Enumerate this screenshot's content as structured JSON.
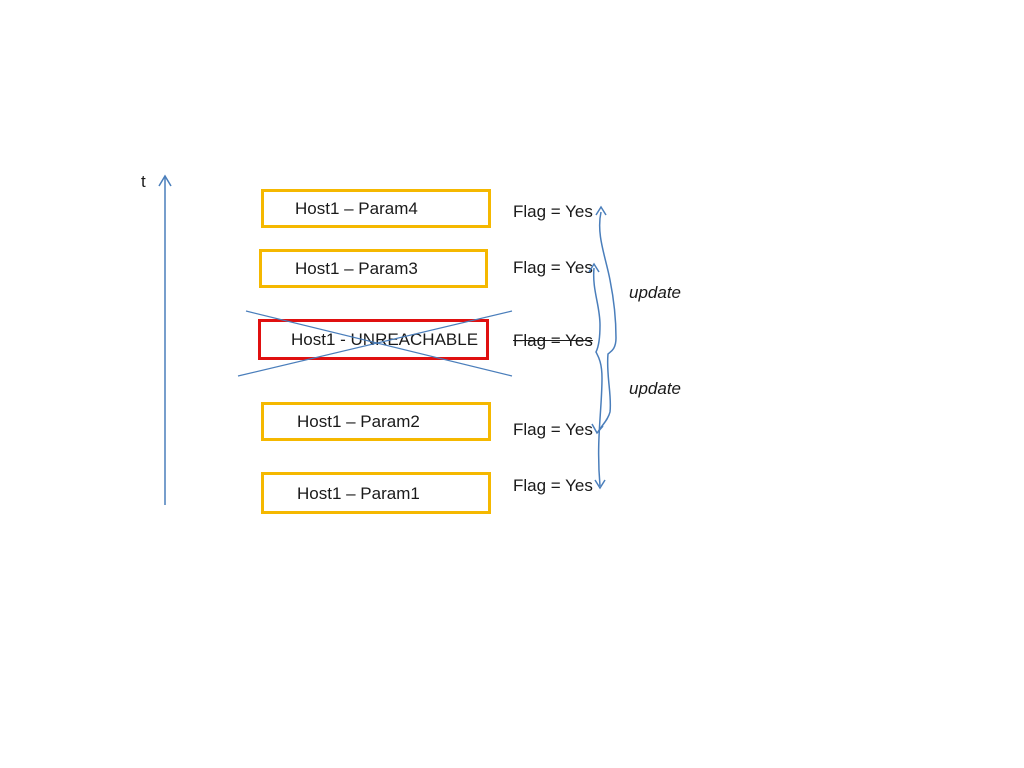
{
  "diagram": {
    "axis_label": "t",
    "boxes": [
      {
        "label": "Host1 – Param4",
        "status": "normal"
      },
      {
        "label": "Host1 – Param3",
        "status": "normal"
      },
      {
        "label": "Host1 - UNREACHABLE",
        "status": "unreachable"
      },
      {
        "label": "Host1 – Param2",
        "status": "normal"
      },
      {
        "label": "Host1 – Param1",
        "status": "normal"
      }
    ],
    "flags": [
      {
        "text": "Flag = Yes",
        "struck": false
      },
      {
        "text": "Flag = Yes",
        "struck": false
      },
      {
        "text": "Flag = Yes",
        "struck": true
      },
      {
        "text": "Flag = Yes",
        "struck": false
      },
      {
        "text": "Flag = Yes",
        "struck": false
      }
    ],
    "updates": [
      {
        "text": "update"
      },
      {
        "text": "update"
      }
    ],
    "colors": {
      "normal_border": "#f5b800",
      "unreachable_border": "#e01010",
      "arrow": "#4a7ebb"
    }
  }
}
